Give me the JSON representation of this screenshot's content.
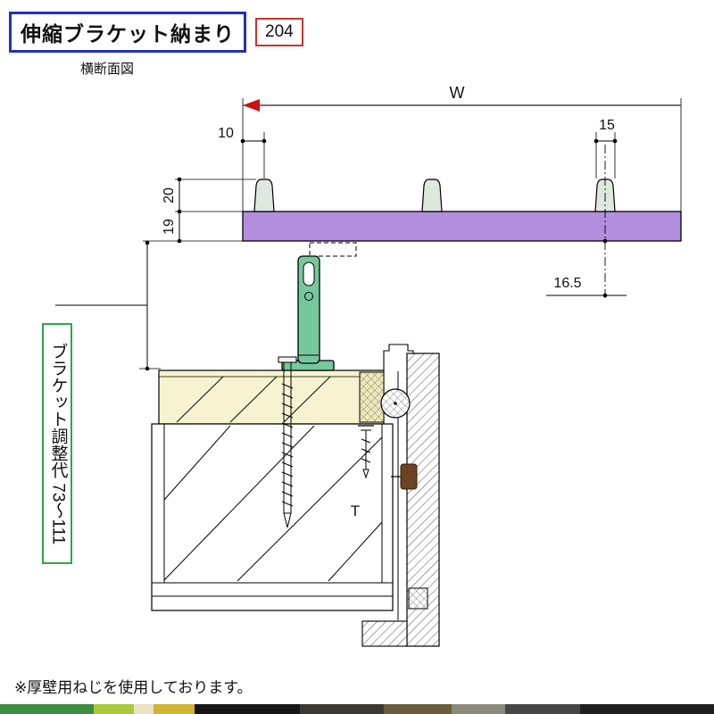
{
  "header": {
    "title": "伸縮ブラケット納まり",
    "page": "204",
    "subtitle": "横断面図"
  },
  "labels": {
    "w": "W",
    "d10": "10",
    "d15": "15",
    "d20": "20",
    "d19": "19",
    "d16_5": "16.5",
    "t": "T",
    "bracket_range": "ブラケット調整代 73〜111"
  },
  "note": "※厚壁用ねじを使用しております。",
  "colors": {
    "deck": "#b48ede",
    "clip": "#dfe8df",
    "bracket": "#76c89b",
    "substrate": "#f7f2cf",
    "packing": "#efe9b8",
    "wood_clip": "#6b4423",
    "arrow": "#cc1111",
    "title_border": "#2430b5",
    "page_border": "#d03030",
    "label_border": "#2ba84a"
  },
  "footer_strip": {
    "segments": [
      {
        "width": 105,
        "color": "#3e8e41"
      },
      {
        "width": 45,
        "color": "#a9c93b"
      },
      {
        "width": 22,
        "color": "#e8e3c2"
      },
      {
        "width": 46,
        "color": "#d1b42f"
      },
      {
        "width": 118,
        "color": "#161616"
      },
      {
        "width": 94,
        "color": "#3a3a33"
      },
      {
        "width": 76,
        "color": "#6b5d3b"
      },
      {
        "width": 60,
        "color": "#8b8b7b"
      },
      {
        "width": 84,
        "color": "#474747"
      },
      {
        "width": 150,
        "color": "#1e1e1e"
      }
    ]
  }
}
